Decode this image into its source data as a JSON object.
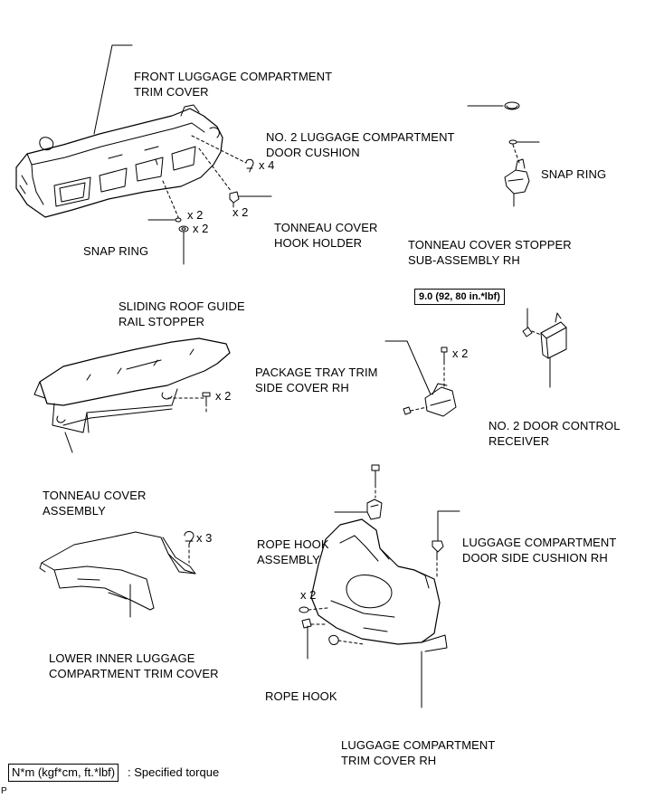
{
  "labels": {
    "front_trim_cover": [
      "FRONT LUGGAGE COMPARTMENT",
      "TRIM COVER"
    ],
    "door_cushion_no2": [
      "NO. 2 LUGGAGE COMPARTMENT",
      "DOOR CUSHION"
    ],
    "snap_ring_right": "SNAP RING",
    "tonneau_hook_holder": [
      "TONNEAU COVER",
      "HOOK HOLDER"
    ],
    "snap_ring_left": "SNAP RING",
    "tonneau_stopper": [
      "TONNEAU COVER STOPPER",
      "SUB-ASSEMBLY RH"
    ],
    "sliding_roof_stopper": [
      "SLIDING ROOF GUIDE",
      "RAIL STOPPER"
    ],
    "package_tray_cover": [
      "PACKAGE TRAY TRIM",
      "SIDE COVER RH"
    ],
    "door_control_receiver": [
      "NO. 2 DOOR CONTROL",
      "RECEIVER"
    ],
    "tonneau_assembly": [
      "TONNEAU COVER",
      "ASSEMBLY"
    ],
    "rope_hook_assembly": [
      "ROPE HOOK",
      "ASSEMBLY"
    ],
    "door_side_cushion": [
      "LUGGAGE COMPARTMENT",
      "DOOR SIDE CUSHION RH"
    ],
    "lower_inner_cover": [
      "LOWER INNER LUGGAGE",
      "COMPARTMENT TRIM COVER"
    ],
    "rope_hook": "ROPE HOOK",
    "trim_cover_rh": [
      "LUGGAGE COMPARTMENT",
      "TRIM COVER RH"
    ]
  },
  "quantities": {
    "q_x4": "x 4",
    "q_hook_x2": "x 2",
    "q_snap_x2": "x 2",
    "q_stopper_x2": "x 2",
    "q_package_x2": "x 2",
    "q_tonneau_x2": "x 2",
    "q_lower_x3": "x 3",
    "q_rope_x2": "x 2"
  },
  "torque": "9.0 (92, 80 in.*lbf)",
  "legend": {
    "box": "N*m (kgf*cm, ft.*lbf)",
    "text": ": Specified torque"
  },
  "figure_code": "P"
}
